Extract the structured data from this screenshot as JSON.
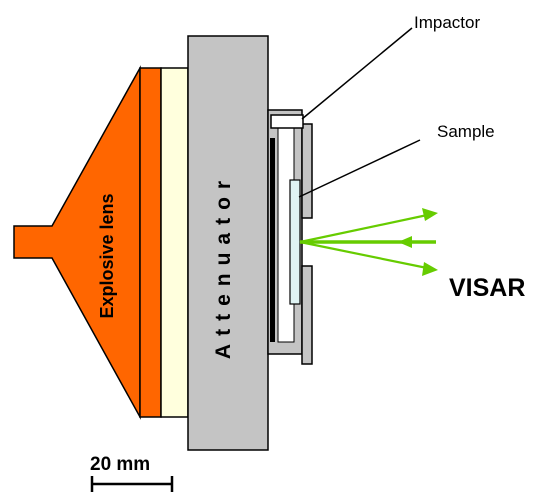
{
  "labels": {
    "impactor": "Impactor",
    "sample": "Sample",
    "visar": "VISAR",
    "explosive_lens": "Explosive lens",
    "attenuator": "Attenuator",
    "scale_bar": "20 mm"
  },
  "colors": {
    "explosive_orange": "#ff6600",
    "booster_cream": "#ffffdd",
    "attenuator_gray": "#c4c4c4",
    "sample_blue": "#dff3f3",
    "laser_green": "#66cc00",
    "outline": "#000000"
  }
}
